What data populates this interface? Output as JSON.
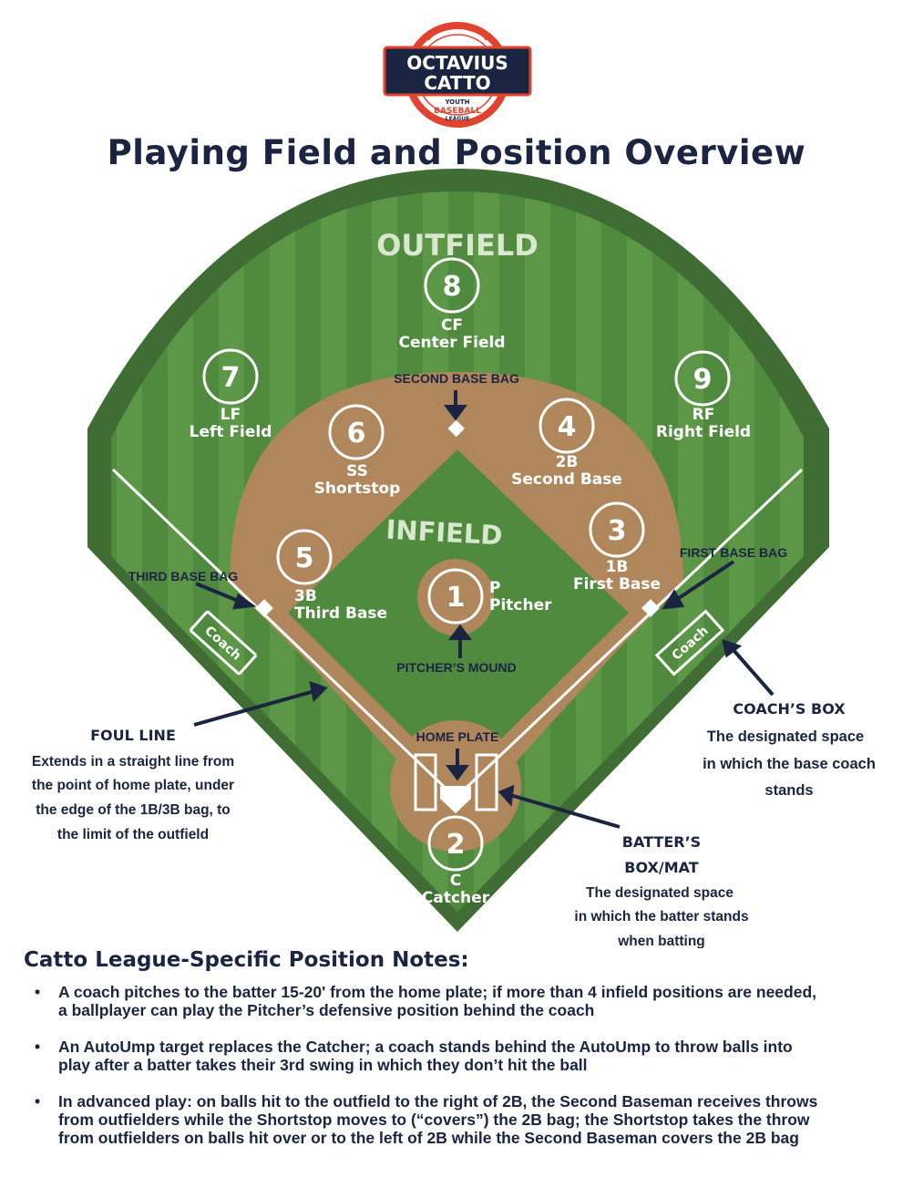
{
  "logo": {
    "line1": "OCTAVIUS",
    "line2": "CATTO",
    "line3": "YOUTH",
    "line4": "BASEBALL",
    "line5": "LEAGUE"
  },
  "title": "Playing Field and Position Overview",
  "zones": {
    "outfield": "OUTFIELD",
    "infield": "INFIELD"
  },
  "positions": [
    {
      "number": "8",
      "abbr": "CF",
      "name": "Center Field"
    },
    {
      "number": "7",
      "abbr": "LF",
      "name": "Left Field"
    },
    {
      "number": "9",
      "abbr": "RF",
      "name": "Right Field"
    },
    {
      "number": "6",
      "abbr": "SS",
      "name": "Shortstop"
    },
    {
      "number": "4",
      "abbr": "2B",
      "name": "Second Base"
    },
    {
      "number": "3",
      "abbr": "1B",
      "name": "First Base"
    },
    {
      "number": "5",
      "abbr": "3B",
      "name": "Third Base"
    },
    {
      "number": "1",
      "abbr": "P",
      "name": "Pitcher"
    },
    {
      "number": "2",
      "abbr": "C",
      "name": "Catcher"
    }
  ],
  "field_labels": {
    "second_base_bag": "SECOND BASE BAG",
    "first_base_bag": "FIRST BASE BAG",
    "third_base_bag": "THIRD BASE BAG",
    "pitchers_mound": "PITCHER’S MOUND",
    "home_plate": "HOME PLATE",
    "coach_box_label": "Coach"
  },
  "callouts": {
    "foul_line": {
      "title": "FOUL LINE",
      "lines": [
        "Extends in a straight line from",
        "the point of home plate, under",
        "the edge of the 1B/3B bag, to",
        "the limit of the outfield"
      ]
    },
    "coachs_box": {
      "title": "COACH’S BOX",
      "lines": [
        "The designated space",
        "in which the base coach",
        "stands"
      ]
    },
    "batters_box": {
      "title_lines": [
        "BATTER’S",
        "BOX/MAT"
      ],
      "lines": [
        "The designated space",
        "in which the batter stands",
        "when batting"
      ]
    }
  },
  "notes": {
    "title": "Catto League-Specific Position Notes:",
    "items": [
      {
        "lines": [
          "A coach pitches to the batter 15-20' from the home plate; if more than 4 infield positions are needed,",
          "a ballplayer can play the Pitcher’s defensive position behind the coach"
        ]
      },
      {
        "lines": [
          "An AutoUmp target replaces the Catcher; a coach stands behind the AutoUmp to throw balls into",
          "play after a batter takes their 3rd swing in which they don’t hit the ball"
        ]
      },
      {
        "lines": [
          "In advanced play: on balls hit to the outfield to the right of 2B, the Second Baseman receives throws",
          "from outfielders while the Shortstop moves to (“covers”) the 2B bag; the Shortstop takes the throw",
          "from outfielders on balls hit over or to the left of 2B while the Second Baseman covers the 2B bag"
        ]
      }
    ]
  },
  "colors": {
    "navy": "#1b2440",
    "red": "#e0432e",
    "grass_dark": "#3f6d33",
    "grass": "#4f8a3f",
    "grass_light": "#5b9747",
    "dirt": "#b0875c"
  }
}
